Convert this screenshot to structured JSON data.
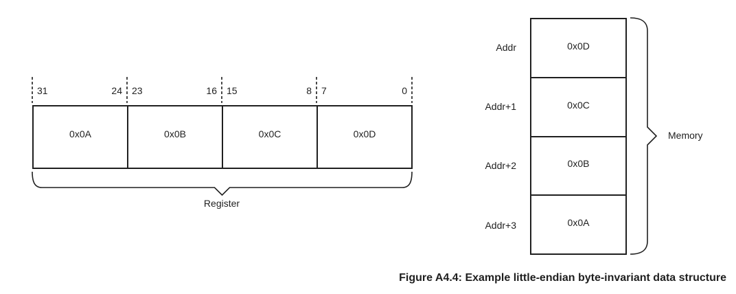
{
  "figure": {
    "caption": "Figure A4.4: Example little-endian byte-invariant data structure"
  },
  "register": {
    "label": "Register",
    "fields": [
      {
        "high_bit": "31",
        "low_bit": "24",
        "value": "0x0A"
      },
      {
        "high_bit": "23",
        "low_bit": "16",
        "value": "0x0B"
      },
      {
        "high_bit": "15",
        "low_bit": "8",
        "value": "0x0C"
      },
      {
        "high_bit": "7",
        "low_bit": "0",
        "value": "0x0D"
      }
    ]
  },
  "memory": {
    "label": "Memory",
    "rows": [
      {
        "address": "Addr",
        "value": "0x0D"
      },
      {
        "address": "Addr+1",
        "value": "0x0C"
      },
      {
        "address": "Addr+2",
        "value": "0x0B"
      },
      {
        "address": "Addr+3",
        "value": "0x0A"
      }
    ]
  },
  "colors": {
    "line": "#1f1f1f",
    "text": "#1f1f1f",
    "background": "#ffffff"
  }
}
